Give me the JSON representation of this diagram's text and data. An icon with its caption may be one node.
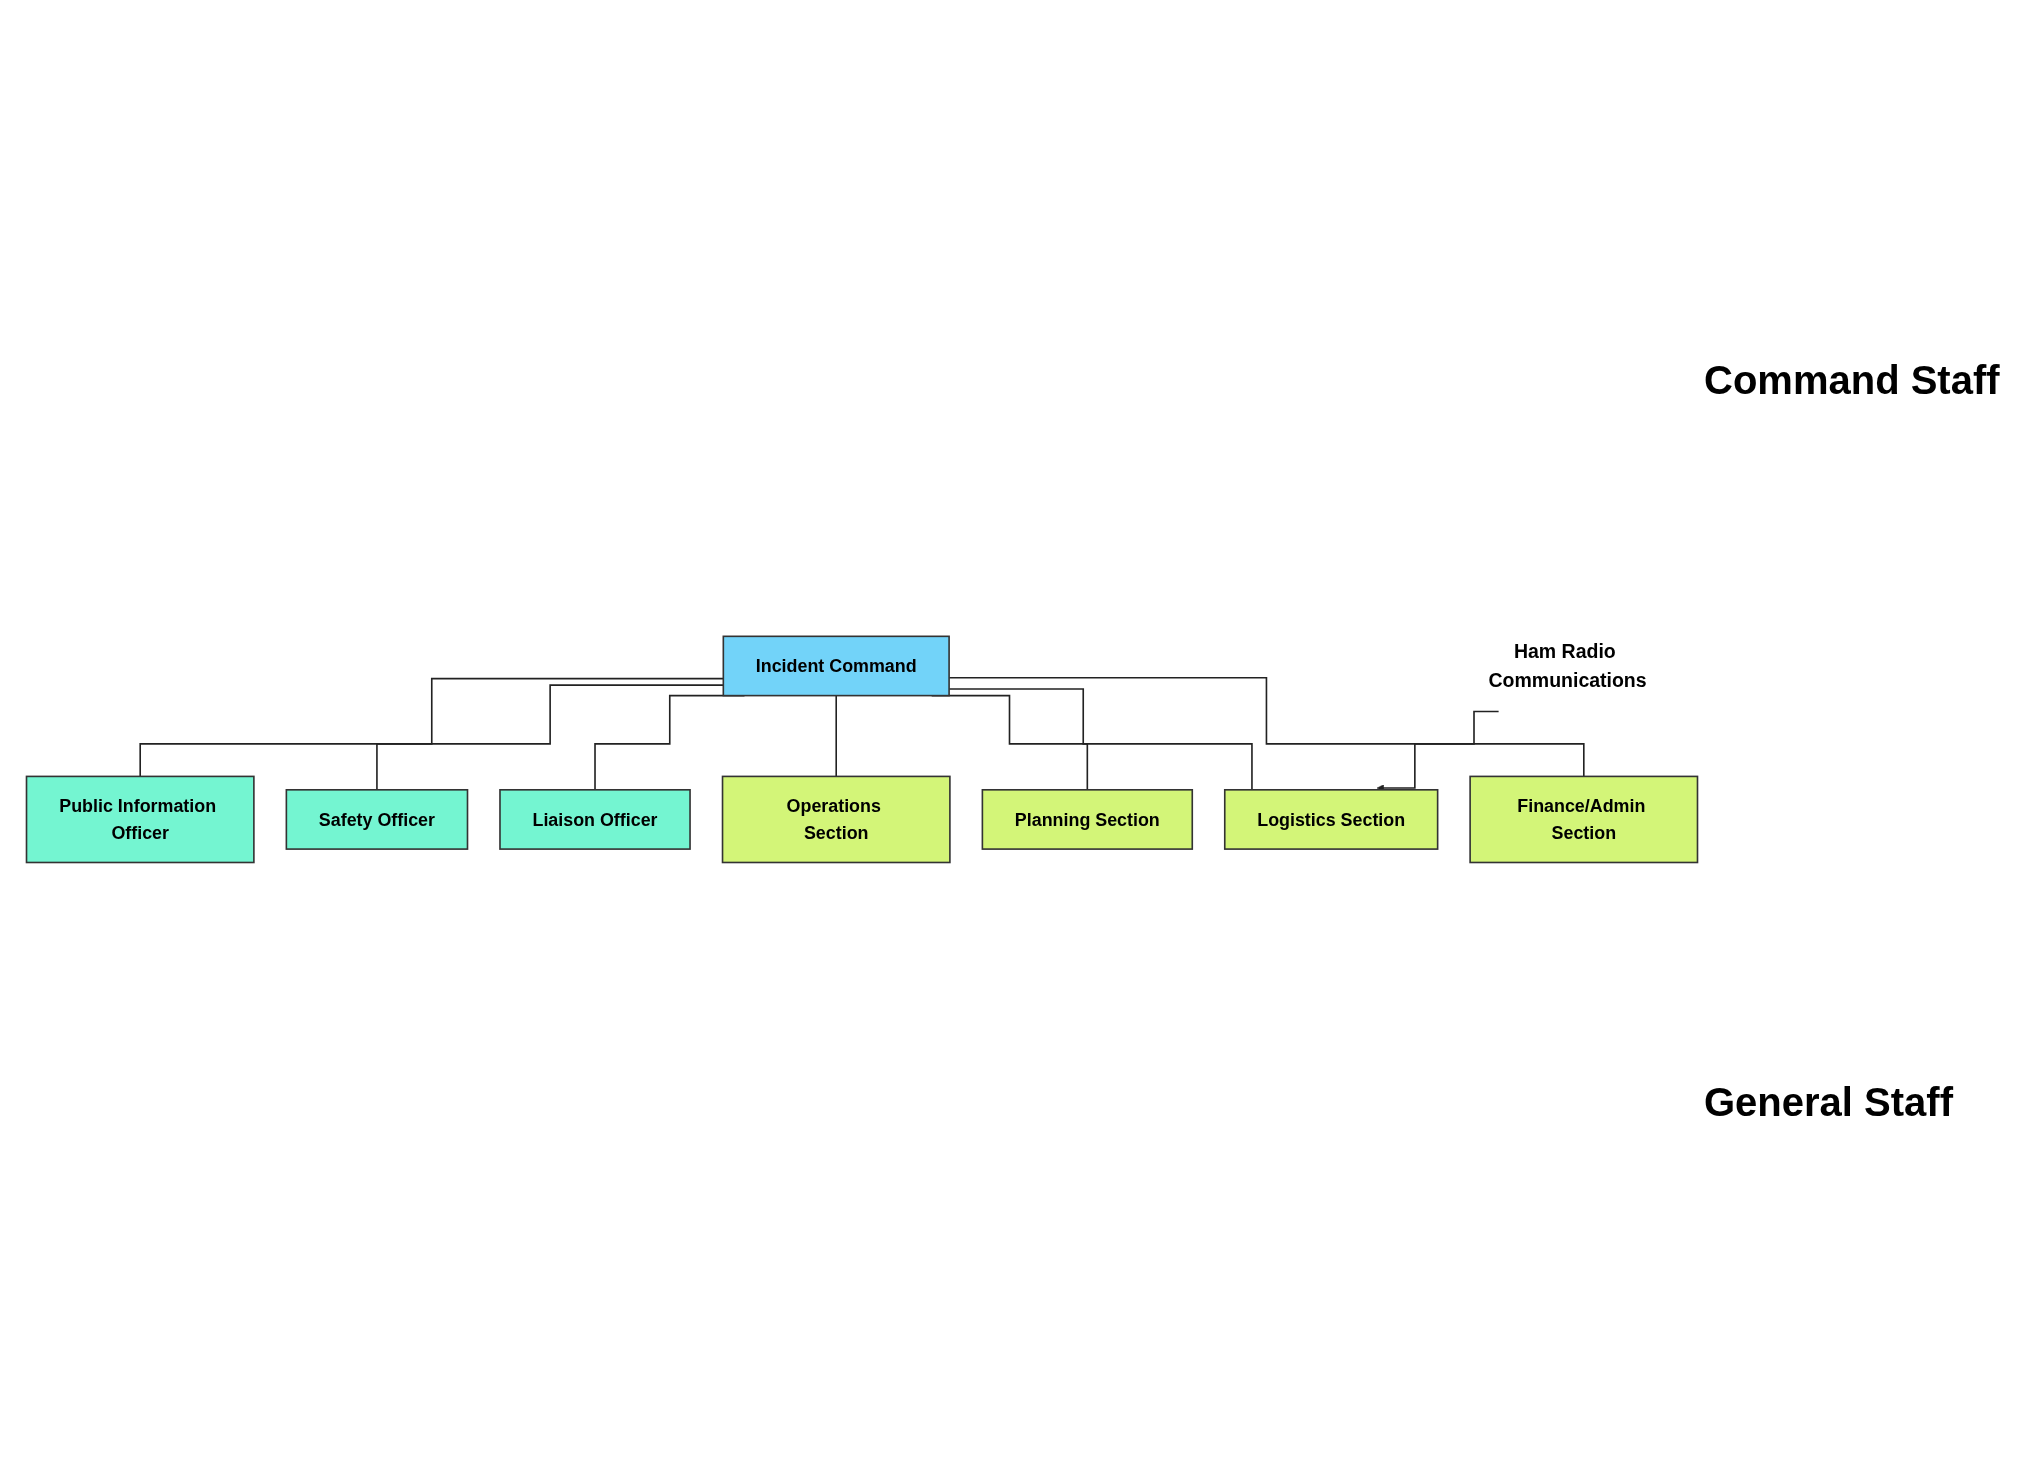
{
  "diagram": {
    "nodes": [
      {
        "text": [
          "Incident Command"
        ]
      },
      {
        "text": [
          "Public Information Officer"
        ]
      },
      {
        "text": [
          "Safety Officer"
        ]
      },
      {
        "text": [
          "Liaison Officer"
        ]
      },
      {
        "text": [
          "Operations Section"
        ]
      },
      {
        "text": [
          "Planning Section"
        ]
      },
      {
        "text": [
          "Logistics Section"
        ]
      },
      {
        "text": [
          "Finance/Admin Section"
        ]
      },
      {
        "text": [
          "Ham Radio Communications"
        ]
      }
    ],
    "edges": [
      {
        "from": 0,
        "to": 1,
        "arrow": "none"
      },
      {
        "from": 0,
        "to": 2,
        "arrow": "none"
      },
      {
        "from": 0,
        "to": 3,
        "arrow": "none"
      },
      {
        "from": 0,
        "to": 4,
        "arrow": "none"
      },
      {
        "from": 0,
        "to": 5,
        "arrow": "none"
      },
      {
        "from": 0,
        "to": 6,
        "arrow": "none"
      },
      {
        "from": 0,
        "to": 7,
        "arrow": "none"
      },
      {
        "from": 8,
        "to": 6,
        "arrow": "to"
      }
    ],
    "labels": [
      "Command Staff",
      "General Staff"
    ]
  }
}
